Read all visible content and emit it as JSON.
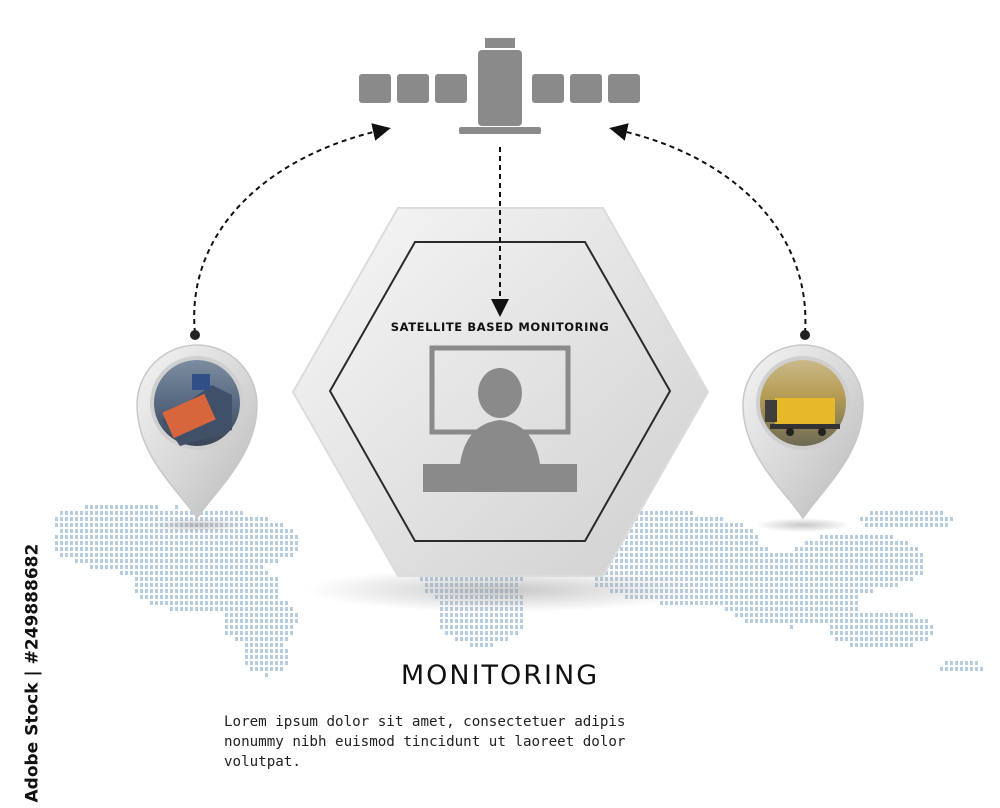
{
  "diagram": {
    "hex_label": "SATELLITE BASED MONITORING",
    "title": "MONITORING",
    "body_lines": [
      "Lorem ipsum dolor sit amet, consectetuer adipis",
      "nonummy nibh euismod tincidunt ut laoreet dolor",
      "volutpat."
    ],
    "stock_id": "Adobe Stock | #249888682"
  },
  "colors": {
    "icon_gray": "#8a8a8a",
    "map_dots": "#b9cde0",
    "pin_silver": "#d4d4d4",
    "hex_silver": "#e8e8e8"
  },
  "icons": [
    "satellite-icon",
    "operator-monitor-icon",
    "location-pin-icon",
    "world-map"
  ]
}
